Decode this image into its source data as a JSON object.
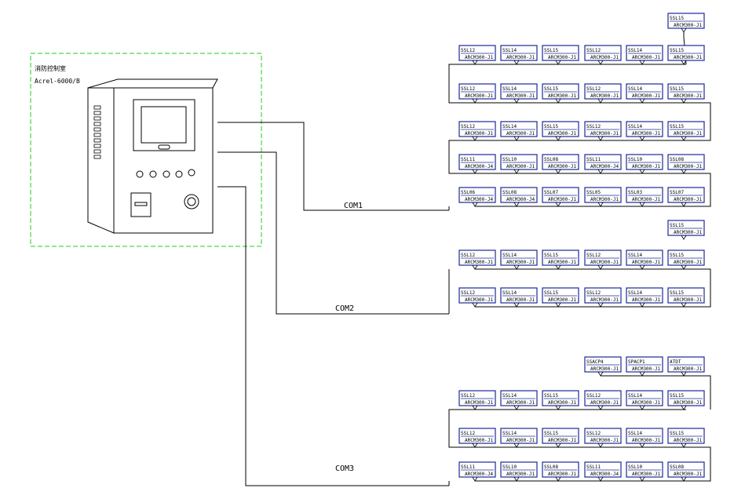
{
  "control_room": {
    "title": "消防控制室",
    "model": "Acrel-6000/B"
  },
  "bus_labels": [
    "COM1",
    "COM2",
    "COM3"
  ],
  "devices": {
    "com1": {
      "top": [
        {
          "top": "SSL15",
          "bottom": "ARCM300-J1"
        }
      ],
      "rows": [
        [
          {
            "top": "SSL12",
            "bottom": "ARCM300-J1"
          },
          {
            "top": "SSL14",
            "bottom": "ARCM300-J1"
          },
          {
            "top": "SSL15",
            "bottom": "ARCM300-J1"
          },
          {
            "top": "SSL12",
            "bottom": "ARCM300-J1"
          },
          {
            "top": "SSL14",
            "bottom": "ARCM300-J1"
          },
          {
            "top": "SSL15",
            "bottom": "ARCM300-J1"
          }
        ],
        [
          {
            "top": "SSL12",
            "bottom": "ARCM300-J1"
          },
          {
            "top": "SSL14",
            "bottom": "ARCM300-J1"
          },
          {
            "top": "SSL15",
            "bottom": "ARCM300-J1"
          },
          {
            "top": "SSL12",
            "bottom": "ARCM300-J1"
          },
          {
            "top": "SSL14",
            "bottom": "ARCM300-J1"
          },
          {
            "top": "SSL15",
            "bottom": "ARCM300-J1"
          }
        ],
        [
          {
            "top": "SSL12",
            "bottom": "ARCM300-J1"
          },
          {
            "top": "SSL14",
            "bottom": "ARCM300-J1"
          },
          {
            "top": "SSL15",
            "bottom": "ARCM300-J1"
          },
          {
            "top": "SSL12",
            "bottom": "ARCM300-J1"
          },
          {
            "top": "SSL14",
            "bottom": "ARCM300-J1"
          },
          {
            "top": "SSL15",
            "bottom": "ARCM300-J1"
          }
        ],
        [
          {
            "top": "SSL11",
            "bottom": "ARCM300-J4"
          },
          {
            "top": "SSL10",
            "bottom": "ARCM300-J1"
          },
          {
            "top": "SSL08",
            "bottom": "ARCM300-J1"
          },
          {
            "top": "SSL11",
            "bottom": "ARCM300-J4"
          },
          {
            "top": "SSL10",
            "bottom": "ARCM300-J1"
          },
          {
            "top": "SSL08",
            "bottom": "ARCM300-J1"
          }
        ],
        [
          {
            "top": "SSL06",
            "bottom": "ARCM300-J4"
          },
          {
            "top": "SSL08",
            "bottom": "ARCM300-J4"
          },
          {
            "top": "SSL07",
            "bottom": "ARCM300-J1"
          },
          {
            "top": "SSL05",
            "bottom": "ARCM300-J1"
          },
          {
            "top": "SSL03",
            "bottom": "ARCM300-J1"
          },
          {
            "top": "SSL07",
            "bottom": "ARCM300-J1"
          }
        ]
      ]
    },
    "com2": {
      "top": [
        {
          "top": "SSL15",
          "bottom": "ARCM300-J1"
        }
      ],
      "rows": [
        [
          {
            "top": "SSL12",
            "bottom": "ARCM300-J1"
          },
          {
            "top": "SSL14",
            "bottom": "ARCM300-J1"
          },
          {
            "top": "SSL15",
            "bottom": "ARCM300-J1"
          },
          {
            "top": "SSL12",
            "bottom": "ARCM300-J1"
          },
          {
            "top": "SSL14",
            "bottom": "ARCM300-J1"
          },
          {
            "top": "SSL15",
            "bottom": "ARCM300-J1"
          }
        ],
        [
          {
            "top": "SSL12",
            "bottom": "ARCM300-J1"
          },
          {
            "top": "SSL14",
            "bottom": "ARCM300-J1"
          },
          {
            "top": "SSL15",
            "bottom": "ARCM300-J1"
          },
          {
            "top": "SSL12",
            "bottom": "ARCM300-J1"
          },
          {
            "top": "SSL14",
            "bottom": "ARCM300-J1"
          },
          {
            "top": "SSL15",
            "bottom": "ARCM300-J1"
          }
        ]
      ]
    },
    "com3": {
      "top": [
        {
          "top": "SSACP4",
          "bottom": "ARCM300-J1"
        },
        {
          "top": "SPACP1",
          "bottom": "ARCM300-J1"
        },
        {
          "top": "ATDT",
          "bottom": "ARCM300-J1"
        }
      ],
      "rows": [
        [
          {
            "top": "SSL12",
            "bottom": "ARCM300-J1"
          },
          {
            "top": "SSL14",
            "bottom": "ARCM300-J1"
          },
          {
            "top": "SSL15",
            "bottom": "ARCM300-J1"
          },
          {
            "top": "SSL12",
            "bottom": "ARCM300-J1"
          },
          {
            "top": "SSL14",
            "bottom": "ARCM300-J1"
          },
          {
            "top": "SSL15",
            "bottom": "ARCM300-J1"
          }
        ],
        [
          {
            "top": "SSL12",
            "bottom": "ARCM300-J1"
          },
          {
            "top": "SSL14",
            "bottom": "ARCM300-J1"
          },
          {
            "top": "SSL15",
            "bottom": "ARCM300-J1"
          },
          {
            "top": "SSL12",
            "bottom": "ARCM300-J1"
          },
          {
            "top": "SSL14",
            "bottom": "ARCM300-J1"
          },
          {
            "top": "SSL15",
            "bottom": "ARCM300-J1"
          }
        ],
        [
          {
            "top": "SSL11",
            "bottom": "ARCM300-J4"
          },
          {
            "top": "SSL10",
            "bottom": "ARCM300-J1"
          },
          {
            "top": "SSL08",
            "bottom": "ARCM300-J1"
          },
          {
            "top": "SSL11",
            "bottom": "ARCM300-J4"
          },
          {
            "top": "SSL10",
            "bottom": "ARCM300-J1"
          },
          {
            "top": "SSL08",
            "bottom": "ARCM300-J1"
          }
        ]
      ]
    }
  },
  "colors": {
    "dashed_frame": "#22cc22",
    "device_border": "#1a2a9a",
    "wire": "#000000"
  }
}
